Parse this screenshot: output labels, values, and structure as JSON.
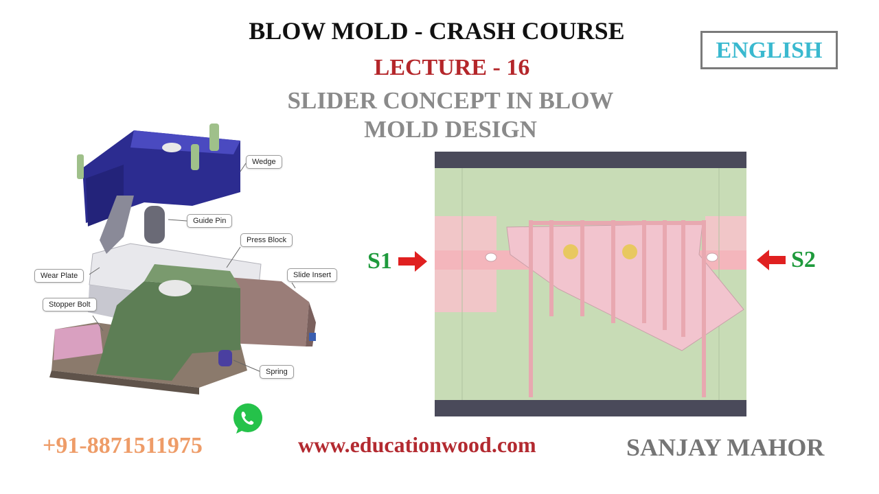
{
  "header": {
    "title": "BLOW MOLD - CRASH COURSE",
    "lecture_word": "LECTURE",
    "lecture_sep": " - ",
    "lecture_number": "16",
    "subtitle_line1": "SLIDER CONCEPT IN BLOW",
    "subtitle_line2": "MOLD DESIGN",
    "language_badge": "ENGLISH"
  },
  "left_diagram": {
    "labels": {
      "wedge": "Wedge",
      "guide_pin": "Guide Pin",
      "press_block": "Press Block",
      "wear_plate": "Wear Plate",
      "slide_insert": "Slide Insert",
      "stopper_bolt": "Stopper Bolt",
      "spring": "Spring"
    }
  },
  "right_diagram": {
    "side_left": "S1",
    "side_right": "S2"
  },
  "footer": {
    "phone": "+91-8871511975",
    "website": "www.educationwood.com",
    "author": "SANJAY MAHOR"
  },
  "colors": {
    "title": "#111111",
    "lecture": "#b4262a",
    "subtitle": "#8a8a8a",
    "badge_text": "#3ab9cf",
    "phone": "#ee9c68",
    "website": "#b32a30",
    "author": "#757575",
    "side_labels": "#1e9a3c",
    "arrows": "#e02020"
  },
  "icons": {
    "whatsapp": "whatsapp-icon",
    "arrow_s1": "arrow-right-icon",
    "arrow_s2": "arrow-left-icon"
  }
}
